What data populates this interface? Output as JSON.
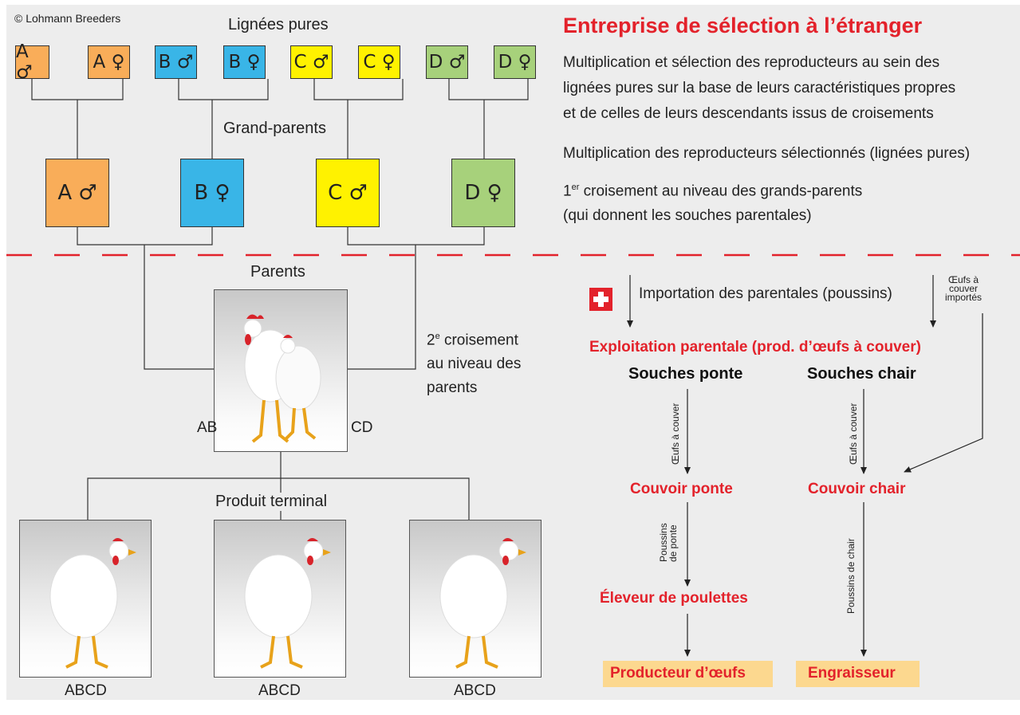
{
  "copyright": "© Lohmann Breeders",
  "headers": {
    "pure_lines": "Lignées pures",
    "grandparents": "Grand-parents",
    "parents": "Parents",
    "terminal": "Produit terminal"
  },
  "pure_lines": [
    "A ♂",
    "A ♀",
    "B ♂",
    "B ♀",
    "C ♂",
    "C ♀",
    "D ♂",
    "D ♀"
  ],
  "grandparents": [
    "A ♂",
    "B ♀",
    "C ♂",
    "D ♀"
  ],
  "parent_labels": {
    "left": "AB",
    "right": "CD"
  },
  "terminal_labels": [
    "ABCD",
    "ABCD",
    "ABCD"
  ],
  "second_cross": {
    "line1": "2",
    "sup": "e",
    "line1_rest": " croisement",
    "line2": "au niveau des",
    "line3": "parents"
  },
  "right": {
    "title": "Entreprise de sélection à l’étranger",
    "desc1": "Multiplication et sélection des reproducteurs au sein des",
    "desc2": "lignées pures sur la base de leurs caractéristiques propres",
    "desc3": "et de celles de leurs descendants issus de croisements",
    "desc4": "Multiplication des reproducteurs sélectionnés (lignées pures)",
    "cross1_num": "1",
    "cross1_sup": "er",
    "cross1_rest": " croisement au niveau des grands-parents",
    "cross1_line2": "(qui donnent les souches parentales)"
  },
  "flow": {
    "import": "Importation des parentales (poussins)",
    "eggs_imported_1": "Œufs à",
    "eggs_imported_2": "couver",
    "eggs_imported_3": "importés",
    "exploitation": "Exploitation parentale (prod. d’œufs à couver)",
    "souches_ponte": "Souches ponte",
    "souches_chair": "Souches chair",
    "eggs_couver_left": "Œufs à couver",
    "eggs_couver_right": "Œufs à couver",
    "couvoir_ponte": "Couvoir ponte",
    "couvoir_chair": "Couvoir chair",
    "poussins_ponte_1": "Poussins",
    "poussins_ponte_2": "de ponte",
    "poussins_chair": "Poussins de chair",
    "eleveur": "Éleveur de poulettes",
    "producteur": "Producteur d’œufs",
    "engraisseur": "Engraisseur"
  },
  "colors": {
    "orange": "#f9ad59",
    "blue": "#39b5e7",
    "yellow": "#fff200",
    "green": "#a7d17b",
    "red": "#e3222b",
    "highlight": "#fcd88f"
  },
  "icons": {
    "swiss_flag": "swiss-flag-icon",
    "hen": "hen-icon"
  }
}
